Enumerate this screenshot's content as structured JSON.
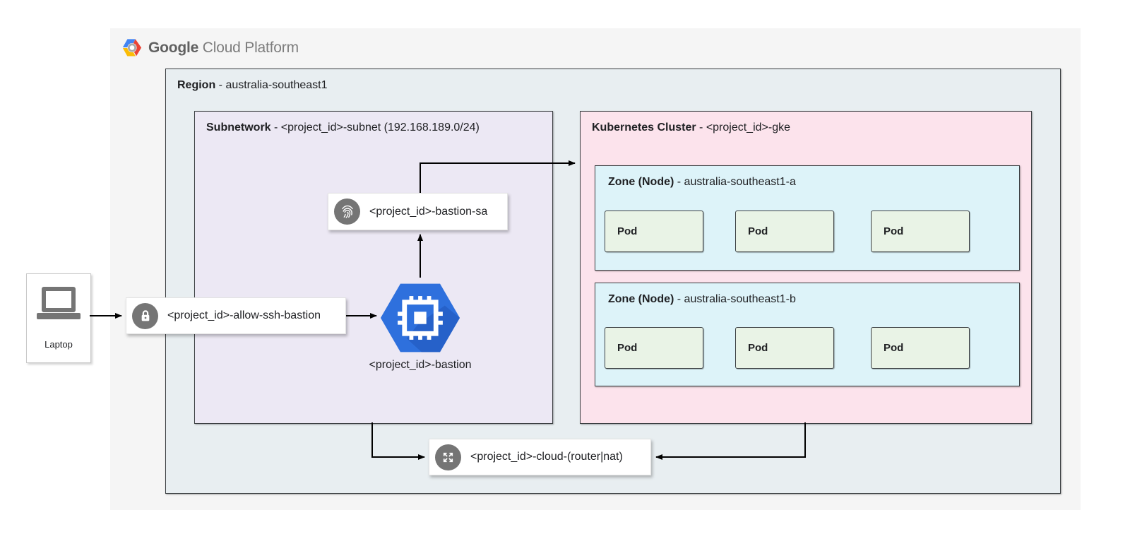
{
  "header": {
    "brand_primary": "Google",
    "brand_secondary": "Cloud Platform"
  },
  "region": {
    "title": "Region",
    "name": " - australia-southeast1"
  },
  "subnetwork": {
    "title": "Subnetwork",
    "name": " - <project_id>-subnet (192.168.189.0/24)"
  },
  "kubernetes": {
    "title": "Kubernetes Cluster",
    "name": " - <project_id>-gke",
    "zones": [
      {
        "title": "Zone (Node)",
        "name": " - australia-southeast1-a",
        "pods": [
          "Pod",
          "Pod",
          "Pod"
        ]
      },
      {
        "title": "Zone (Node)",
        "name": " - australia-southeast1-b",
        "pods": [
          "Pod",
          "Pod",
          "Pod"
        ]
      }
    ]
  },
  "laptop": {
    "label": "Laptop"
  },
  "firewall": {
    "label": "<project_id>-allow-ssh-bastion",
    "icon": "lock-icon"
  },
  "service_account": {
    "label": "<project_id>-bastion-sa",
    "icon": "fingerprint-icon"
  },
  "bastion": {
    "label": "<project_id>-bastion",
    "icon": "compute-engine-icon"
  },
  "router": {
    "label": "<project_id>-cloud-(router|nat)",
    "icon": "router-nat-icon"
  },
  "colors": {
    "container_bg": "#f5f5f5",
    "region_bg": "#e8eef1",
    "subnet_bg": "#ece8f4",
    "cluster_bg": "#fce3ec",
    "zone_bg": "#ddf3f9",
    "pod_bg": "#e9f3e6",
    "icon_gray": "#757575",
    "gce_blue": "#2e70dd",
    "gce_blue_dark": "#2055b8",
    "arrow": "#000000",
    "logo_blue": "#4285F4",
    "logo_red": "#EA4335",
    "logo_yellow": "#FBBC05"
  }
}
